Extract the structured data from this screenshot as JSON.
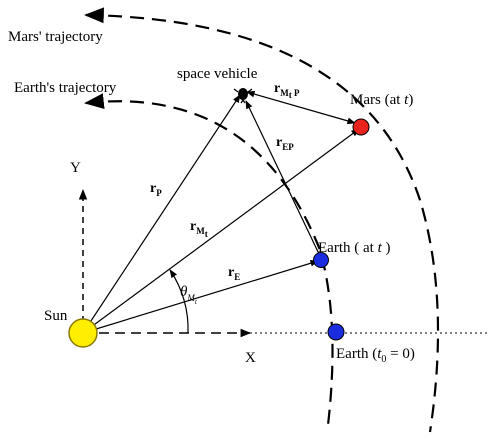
{
  "labels": {
    "mars_trajectory": "Mars' trajectory",
    "earth_trajectory": "Earth's trajectory",
    "space_vehicle": "space vehicle",
    "mars_at_t_prefix": "Mars (at ",
    "mars_at_t_var": "t",
    "mars_at_t_suffix": ")",
    "earth_at_t_prefix": "Earth ( at ",
    "earth_at_t_var": "t",
    "earth_at_t_suffix": " )",
    "earth_t0_prefix": "Earth (",
    "earth_t0_var": "t",
    "earth_t0_sub": "0",
    "earth_t0_suffix": " = 0)",
    "sun": "Sun",
    "axis_x": "X",
    "axis_y": "Y"
  },
  "vectors": {
    "r_p": "r",
    "r_p_sub": "P",
    "r_mt": "r",
    "r_mt_sub": "M",
    "r_mt_subsub": "t",
    "r_e": "r",
    "r_e_sub": "E",
    "r_ep": "r",
    "r_ep_sub": "EP",
    "r_mtp": "r",
    "r_mtp_sub": "M",
    "r_mtp_subsub": "t",
    "r_mtp_tail": " P"
  },
  "angle": {
    "symbol": "θ",
    "sub": "M",
    "subsub": "t"
  },
  "colors": {
    "sun": "#ffee00",
    "mars": "#e8231e",
    "earth": "#1a2ee0",
    "ink": "#000000"
  }
}
